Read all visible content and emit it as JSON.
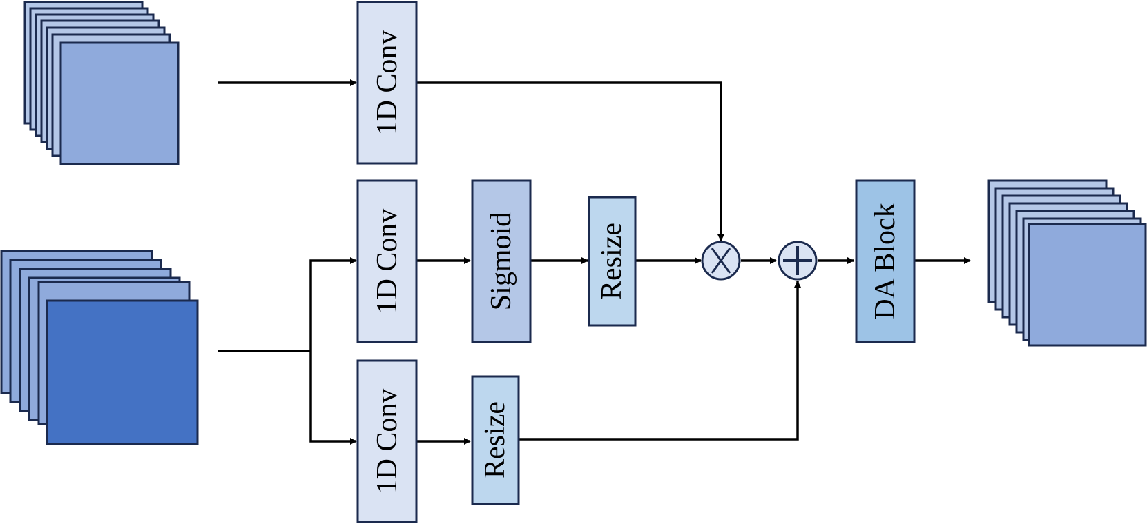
{
  "colors": {
    "stroke": "#1b2a4e",
    "conv_fill": "#dae3f3",
    "sigmoid_fill": "#b4c7e7",
    "resize_fill": "#bdd7ee",
    "da_fill": "#9dc3e6",
    "stack_light": "#b4c7e7",
    "stack_mid": "#8faadc",
    "stack_dark": "#4472c4",
    "line": "#000000"
  },
  "blocks": {
    "conv_top": "1D Conv",
    "conv_mid": "1D Conv",
    "conv_bot": "1D Conv",
    "sigmoid": "Sigmoid",
    "resize_mid": "Resize",
    "resize_bot": "Resize",
    "da_block": "DA Block"
  },
  "operators": {
    "multiply": "multiply-icon",
    "add": "plus-icon"
  },
  "feature_maps": {
    "input_top": "feature-map-stack-icon",
    "input_bottom": "feature-map-stack-icon",
    "output": "feature-map-stack-icon"
  }
}
